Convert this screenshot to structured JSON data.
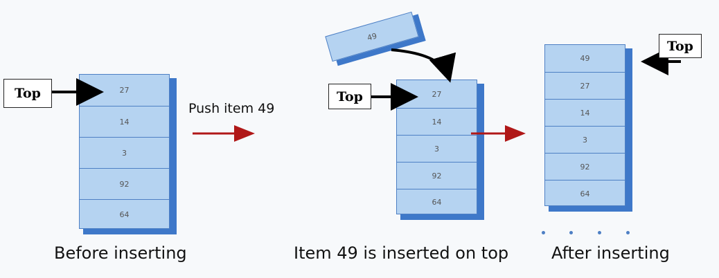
{
  "stack_before": {
    "items": [
      "27",
      "14",
      "3",
      "92",
      "64"
    ]
  },
  "stack_during": {
    "items": [
      "27",
      "14",
      "3",
      "92",
      "64"
    ]
  },
  "stack_after": {
    "items": [
      "49",
      "27",
      "14",
      "3",
      "92",
      "64"
    ]
  },
  "incoming_item": "49",
  "top_label": "Top",
  "push_label": "Push item 49",
  "captions": {
    "before": "Before inserting",
    "during": "Item 49 is inserted on top",
    "after": "After inserting"
  },
  "colors": {
    "cell_fill": "#b5d3f1",
    "cell_border": "#4d7fc4",
    "side_fill": "#3e78c9",
    "pointer_arrow": "#000000",
    "transition_arrow": "#b01818"
  }
}
